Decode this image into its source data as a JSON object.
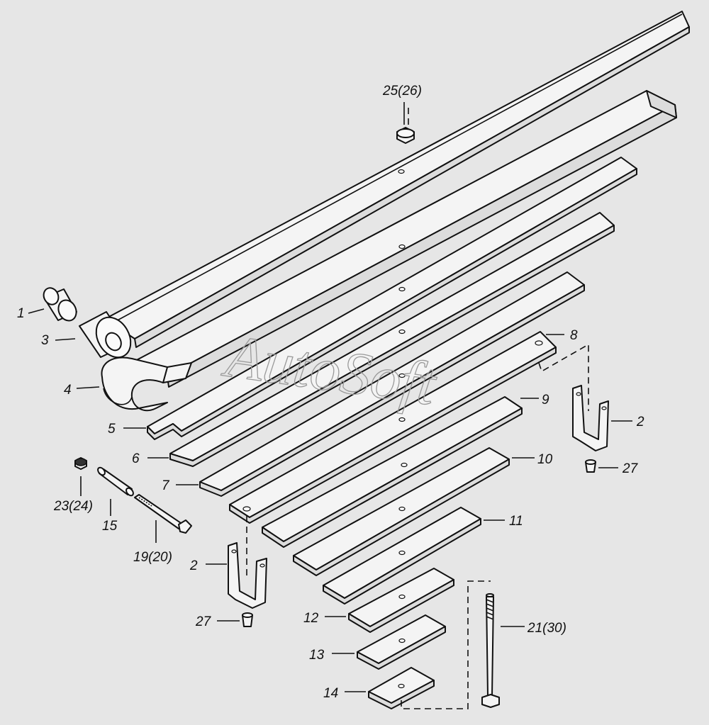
{
  "watermark": "AutoSoft",
  "labels": {
    "p1": "1",
    "p2a": "2",
    "p2b": "2",
    "p3": "3",
    "p4": "4",
    "p5": "5",
    "p6": "6",
    "p7": "7",
    "p8": "8",
    "p9": "9",
    "p10": "10",
    "p11": "11",
    "p12": "12",
    "p13": "13",
    "p14": "14",
    "p15": "15",
    "p19": "19(20)",
    "p21": "21(30)",
    "p23": "23(24)",
    "p25": "25(26)",
    "p27a": "27",
    "p27b": "27"
  }
}
